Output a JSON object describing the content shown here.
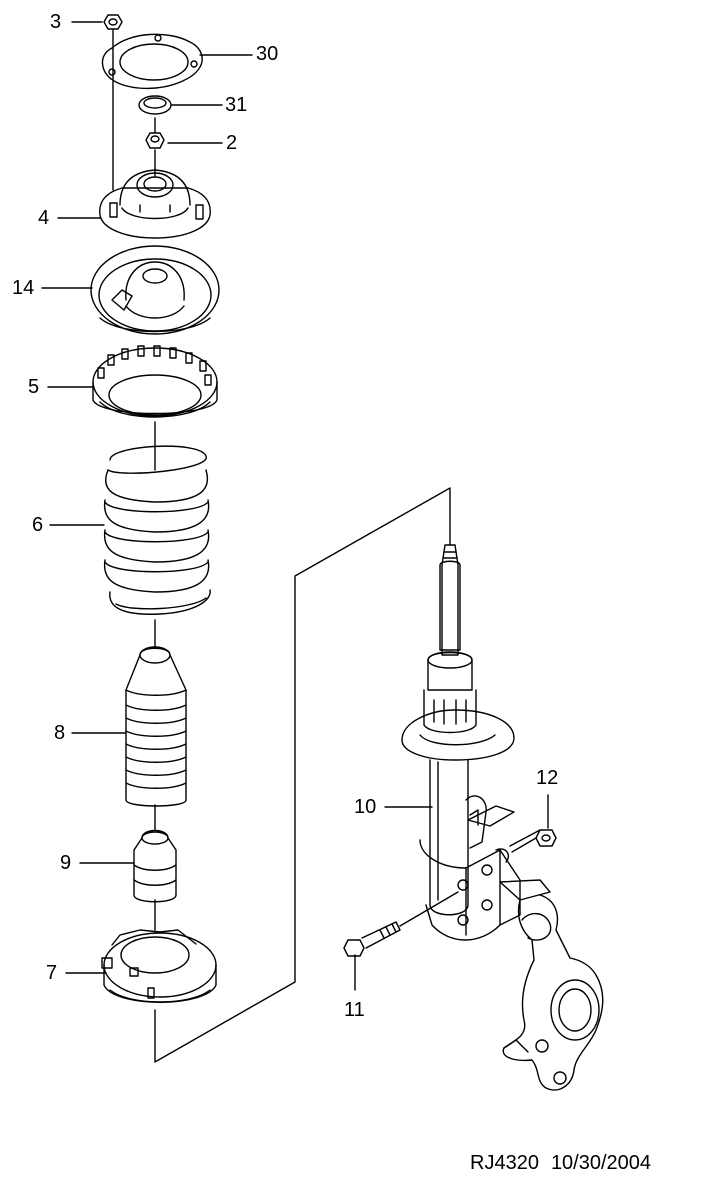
{
  "callouts": {
    "c3": "3",
    "c30": "30",
    "c31": "31",
    "c2": "2",
    "c4": "4",
    "c14": "14",
    "c5": "5",
    "c6": "6",
    "c8": "8",
    "c9": "9",
    "c7": "7",
    "c10": "10",
    "c12": "12",
    "c11": "11"
  },
  "footer": {
    "drawing_id": "RJ4320",
    "date": "10/30/2004"
  },
  "colors": {
    "line": "#000000",
    "background": "#ffffff"
  }
}
